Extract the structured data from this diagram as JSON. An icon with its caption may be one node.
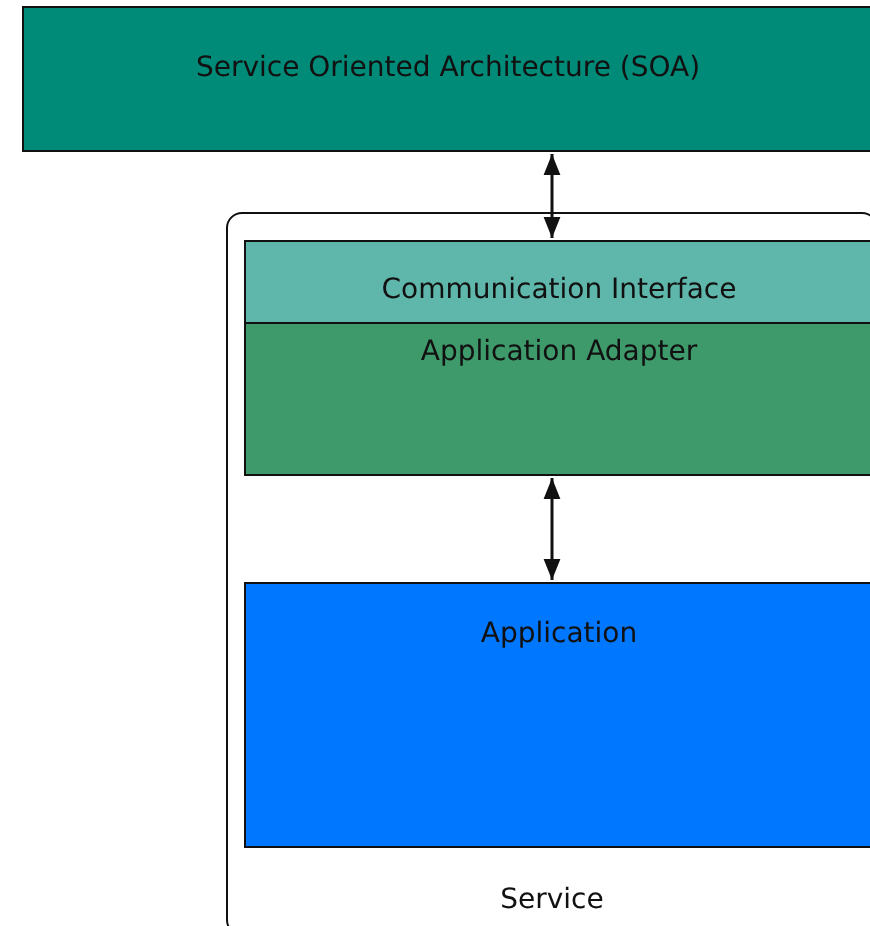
{
  "diagram": {
    "nodes": [
      {
        "text": [
          "Service Oriented Architecture (SOA)"
        ]
      },
      {
        "text": [
          "Service"
        ]
      },
      {
        "text": [
          "Communication Interface"
        ],
        "in": 1
      },
      {
        "text": [
          "Application Adapter"
        ],
        "in": 1
      },
      {
        "text": [
          "Application"
        ],
        "in": 1
      }
    ],
    "edges": [
      {
        "from": 0,
        "to": 2,
        "arrow": "both"
      },
      {
        "from": 3,
        "to": 4,
        "arrow": "both"
      }
    ]
  }
}
